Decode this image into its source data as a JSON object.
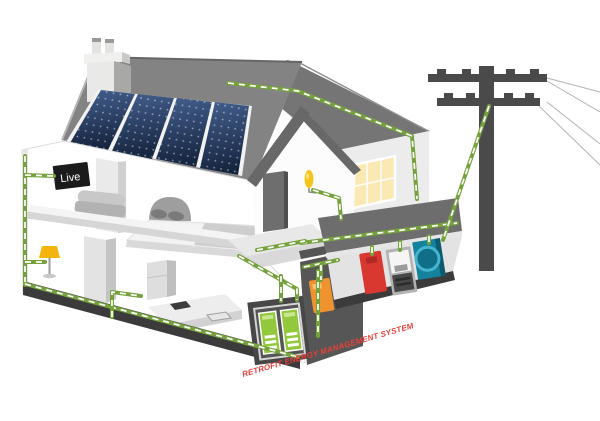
{
  "illustration": {
    "caption": "RETROFIT ENERGY MANAGEMENT SYSTEM",
    "live_display": {
      "label": "Live"
    },
    "components": [
      "solar-panel-array",
      "chimney",
      "live-energy-display",
      "sofa",
      "bed",
      "floor-lamp",
      "fireplace-column",
      "fridge",
      "kitchen-counter",
      "front-door",
      "porch-lamp",
      "glowing-window",
      "extension",
      "inverter-unit-orange",
      "boiler-unit-red",
      "smart-meter",
      "heat-pump-fan",
      "battery-storage-cabinet",
      "utility-pole",
      "power-lines",
      "energy-cable-network"
    ],
    "palette": {
      "cable_green": "#76a23d",
      "caption_red": "#e8403a",
      "roof_grey": "#838383",
      "plinth_dark": "#3b3b3b",
      "solar_navy": "#22355a",
      "battery_green": "#92c83c",
      "unit_orange": "#ef932e",
      "unit_red": "#d93831",
      "unit_teal": "#14819d",
      "lamp_yellow": "#f5c41a",
      "window_glow": "#fbe9b4",
      "display_black": "#1b1b1b"
    }
  }
}
